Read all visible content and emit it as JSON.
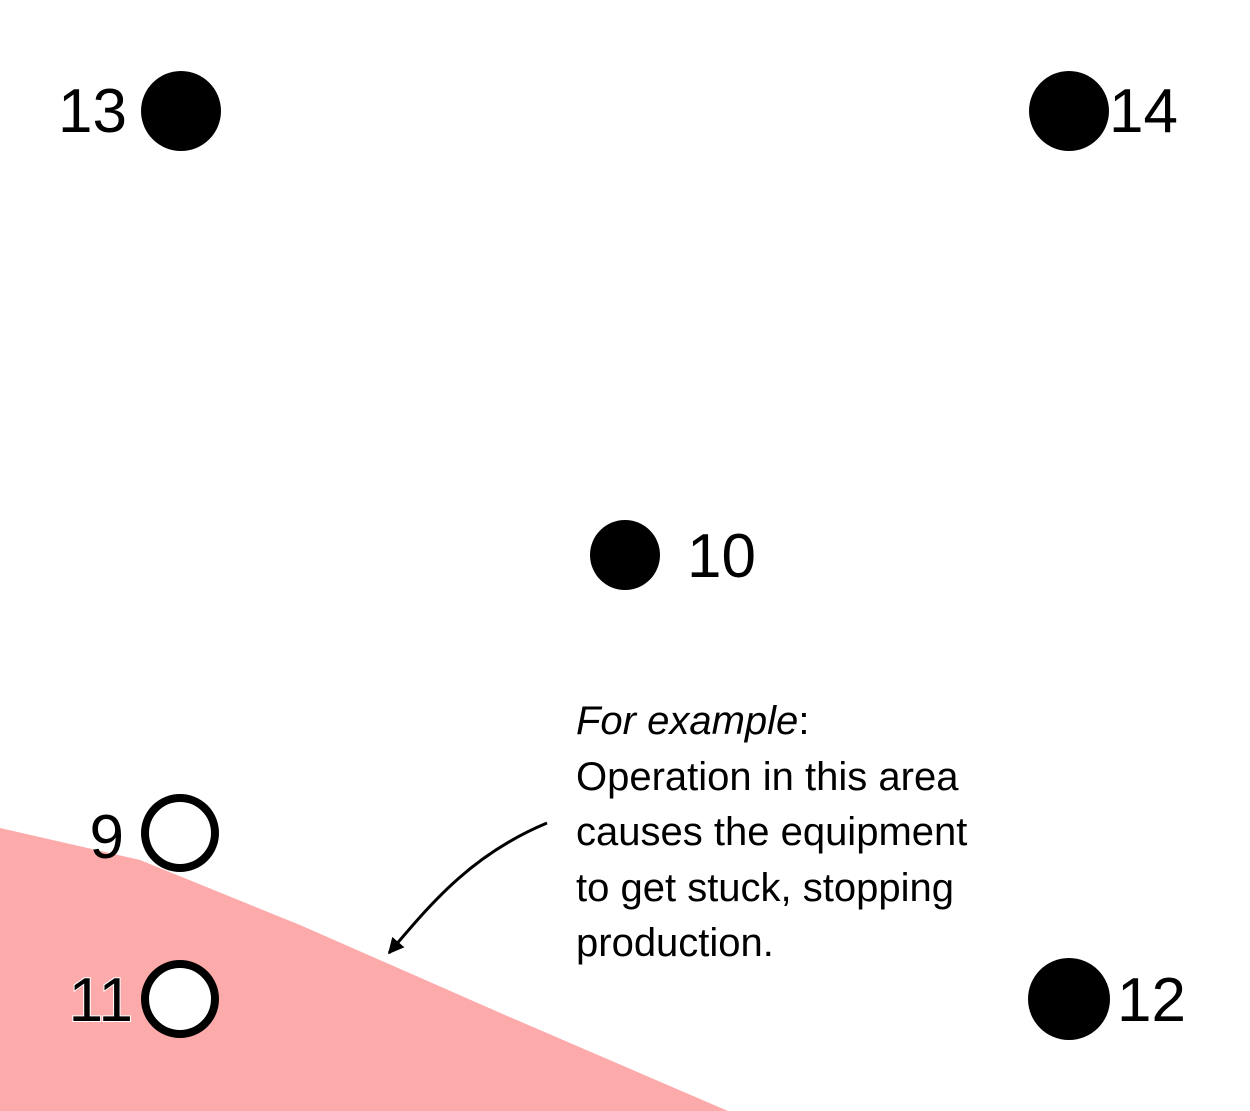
{
  "colors": {
    "zone_fill": "#fdaaab",
    "marker": "#000000",
    "background": "#ffffff"
  },
  "zone": {
    "name": "problem-area"
  },
  "points": [
    {
      "id": "13",
      "label": "13",
      "style": "filled"
    },
    {
      "id": "14",
      "label": "14",
      "style": "filled"
    },
    {
      "id": "10",
      "label": "10",
      "style": "filled"
    },
    {
      "id": "9",
      "label": "9",
      "style": "hollow"
    },
    {
      "id": "11",
      "label": "11",
      "style": "hollow"
    },
    {
      "id": "12",
      "label": "12",
      "style": "filled"
    }
  ],
  "annotation": {
    "prefix": "For example",
    "separator": ":",
    "line1": "Operation in this area",
    "line2": "causes the equipment",
    "line3": "to get stuck, stopping",
    "line4": "production."
  }
}
